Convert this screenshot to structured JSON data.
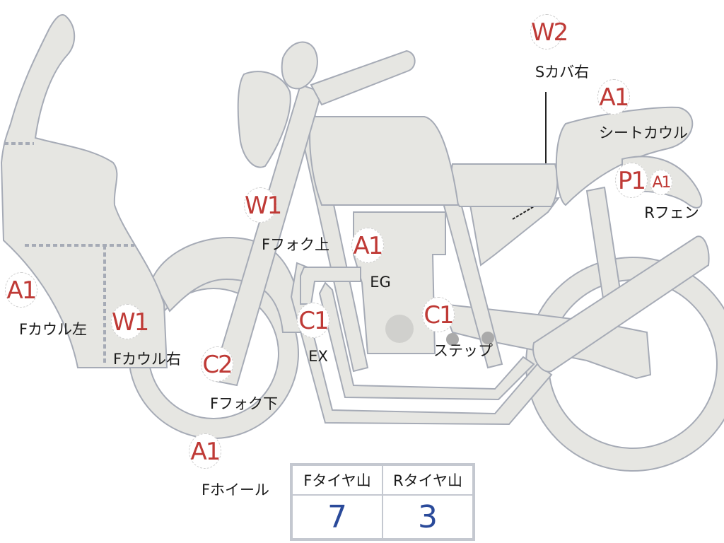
{
  "colors": {
    "part_fill": "#e6e6e2",
    "part_stroke": "#a6abb6",
    "code_red": "#bf3a36",
    "value_blue": "#2a4a9a"
  },
  "markers": [
    {
      "code": "W2",
      "label": "Sカバ右"
    },
    {
      "code": "A1",
      "label": "シートカウル"
    },
    {
      "code": "P1",
      "label": "Rフェン"
    },
    {
      "code": "A1",
      "label": ""
    },
    {
      "code": "W1",
      "label": "Fフォク上"
    },
    {
      "code": "A1",
      "label": "EG"
    },
    {
      "code": "A1",
      "label": "Fカウル左"
    },
    {
      "code": "W1",
      "label": "Fカウル右"
    },
    {
      "code": "C1",
      "label": "EX"
    },
    {
      "code": "C1",
      "label": "ステップ"
    },
    {
      "code": "C2",
      "label": "Fフォク下"
    },
    {
      "code": "A1",
      "label": "Fホイール"
    }
  ],
  "tire_table": {
    "headers": [
      "Fタイヤ山",
      "Rタイヤ山"
    ],
    "values": [
      "7",
      "3"
    ]
  }
}
